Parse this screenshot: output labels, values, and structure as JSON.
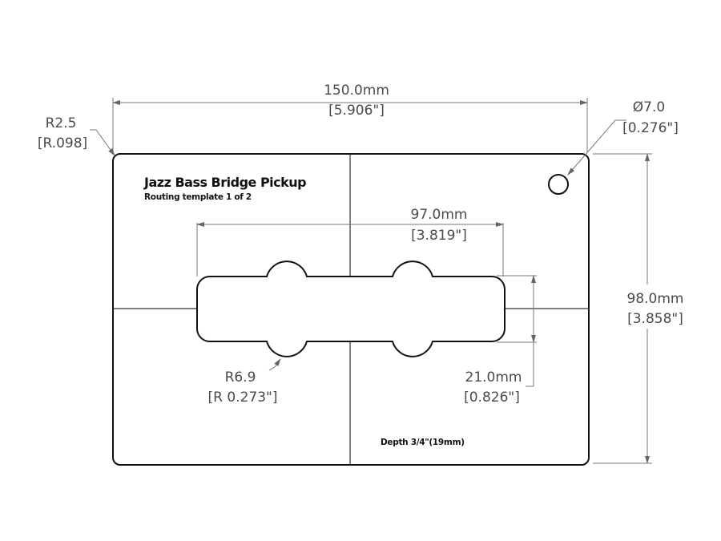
{
  "template": {
    "title": "Jazz Bass Bridge Pickup",
    "subtitle": "Routing template 1 of 2",
    "depth_note": "Depth 3/4\"(19mm)"
  },
  "dimensions": {
    "overall_width": {
      "mm": "150.0mm",
      "inch": "[5.906\"]"
    },
    "overall_height": {
      "mm": "98.0mm",
      "inch": "[3.858\"]"
    },
    "pickup_length": {
      "mm": "97.0mm",
      "inch": "[3.819\"]"
    },
    "pickup_width": {
      "mm": "21.0mm",
      "inch": "[0.826\"]"
    },
    "corner_radius": {
      "mm": "R2.5",
      "inch": "[R.098]"
    },
    "hole_diameter": {
      "mm": "Ø7.0",
      "inch": "[0.276\"]"
    },
    "bump_radius": {
      "mm": "R6.9",
      "inch": "[R 0.273\"]"
    }
  }
}
